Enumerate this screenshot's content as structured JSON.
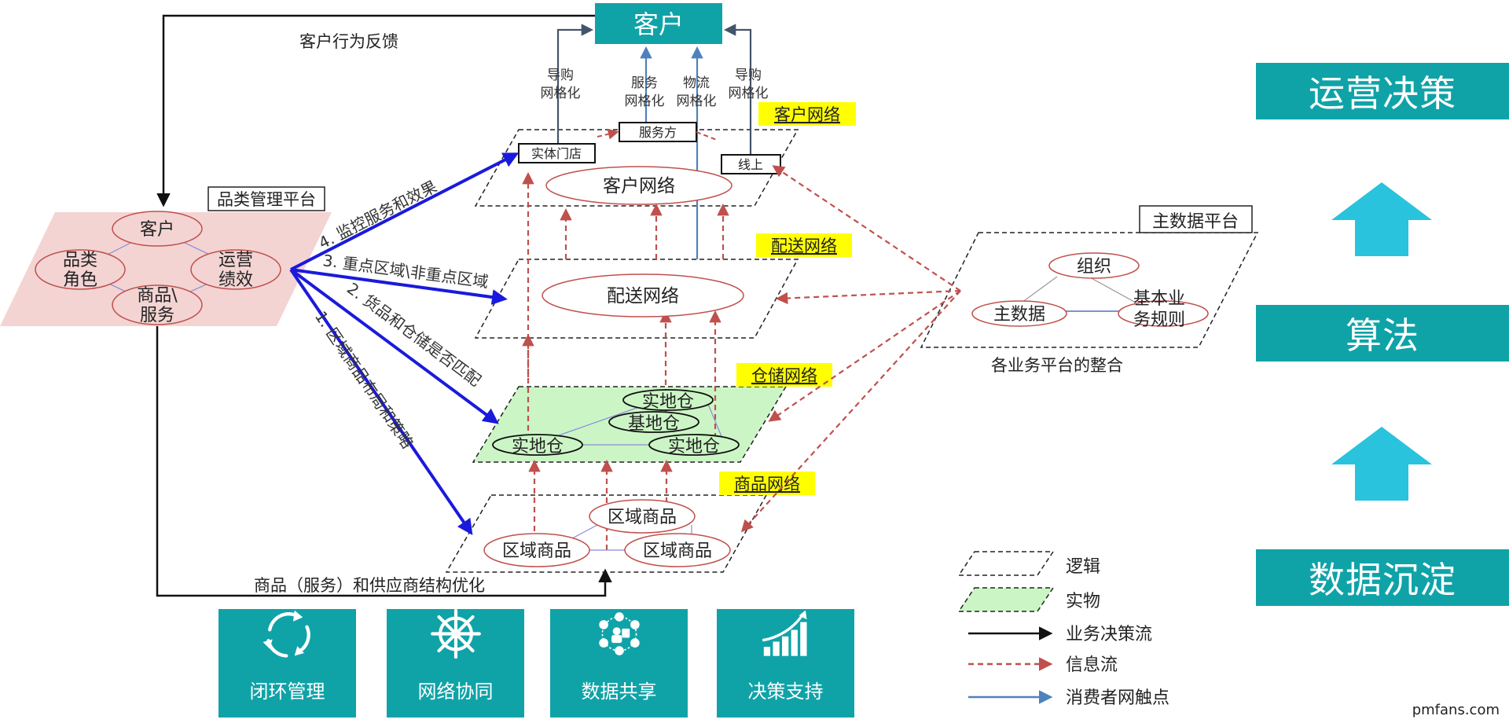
{
  "customer_box": "客户",
  "feedback_label": "客户行为反馈",
  "category_platform": {
    "title": "品类管理平台",
    "nodes": {
      "customer": "客户",
      "role_a": "品类",
      "role_b": "角色",
      "ops_a": "运营",
      "ops_b": "绩效",
      "goods_a": "商品\\",
      "goods_b": "服务"
    }
  },
  "channels": {
    "guide_left_a": "导购",
    "guide_left_b": "网格化",
    "service_a": "服务",
    "service_b": "网格化",
    "logistics_a": "物流",
    "logistics_b": "网格化",
    "guide_right_a": "导购",
    "guide_right_b": "网格化"
  },
  "layers": {
    "customer": {
      "tag": "客户网络",
      "center": "客户网络",
      "store": "实体门店",
      "provider": "服务方",
      "online": "线上"
    },
    "delivery": {
      "tag": "配送网络",
      "center": "配送网络"
    },
    "warehouse": {
      "tag": "仓储网络",
      "top": "实地仓",
      "base": "基地仓",
      "left": "实地仓",
      "right": "实地仓"
    },
    "goods": {
      "tag": "商品网络",
      "top": "区域商品",
      "left": "区域商品",
      "right": "区域商品"
    }
  },
  "process_steps": {
    "step4": "4. 监控服务和效果",
    "step3": "3. 重点区域\\非重点区域",
    "step2": "2. 货品和仓储是否匹配",
    "step1": "1. 区域商品布局和策略"
  },
  "bottom_flow_label": "商品（服务）和供应商结构优化",
  "master_data": {
    "title": "主数据平台",
    "org": "组织",
    "master": "主数据",
    "rules_a": "基本业",
    "rules_b": "务规则",
    "caption": "各业务平台的整合"
  },
  "legend": {
    "logic": "逻辑",
    "physical": "实物",
    "decision_flow": "业务决策流",
    "info_flow": "信息流",
    "touchpoint": "消费者网触点"
  },
  "right_column": {
    "top": "运营决策",
    "middle": "算法",
    "bottom": "数据沉淀"
  },
  "bottom_tiles": [
    {
      "label": "闭环管理",
      "icon": "cycle-icon"
    },
    {
      "label": "网络协同",
      "icon": "helm-icon"
    },
    {
      "label": "数据共享",
      "icon": "data-share-icon"
    },
    {
      "label": "决策支持",
      "icon": "growth-chart-icon"
    }
  ],
  "watermark": "pmfans.com",
  "colors": {
    "teal": "#0fa3a8",
    "arrow_cyan": "#29c3dd",
    "blue": "#1a1adc",
    "info_red": "#c0504d",
    "touch_blue": "#4f81bd",
    "highlight": "#ffff00",
    "physical_fill": "#ccf5c6",
    "platform_fill": "#f3d4d3"
  }
}
